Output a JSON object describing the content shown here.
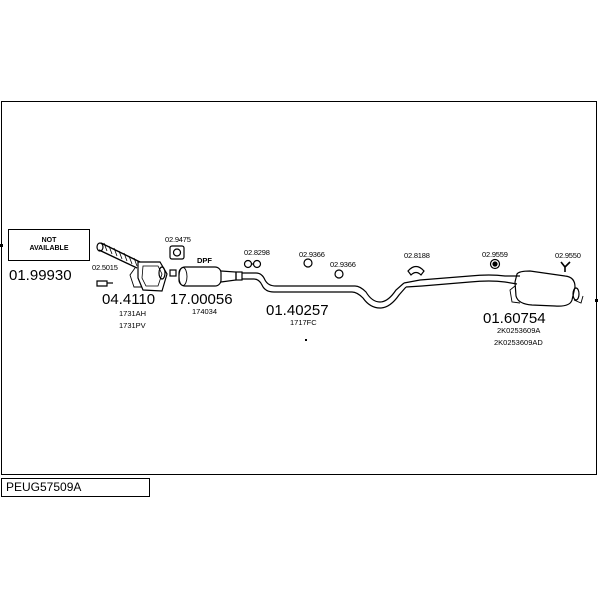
{
  "not_available": {
    "line1": "NOT",
    "line2": "AVAILABLE"
  },
  "part_numbers": {
    "front_section": "01.99930",
    "catalyst": "04.4110",
    "dpf": "17.00056",
    "middle_pipe": "01.40257",
    "rear_silencer": "01.60754"
  },
  "fitting_codes": {
    "f1": "02.5015",
    "f2": "02.9475",
    "f3": "02.8298",
    "f4": "02.9366",
    "f5": "02.9366",
    "f6": "02.8188",
    "f7": "02.9559",
    "f8": "02.9550"
  },
  "labels": {
    "dpf": "DPF",
    "oem_1731ah": "1731AH",
    "oem_1731pv": "1731PV",
    "oem_174034": "174034",
    "oem_1717fc": "1717FC",
    "oem_2k0253609a": "2K0253609A",
    "oem_2k0253609ad": "2K0253609AD"
  },
  "model_code": "PEUG57509A"
}
